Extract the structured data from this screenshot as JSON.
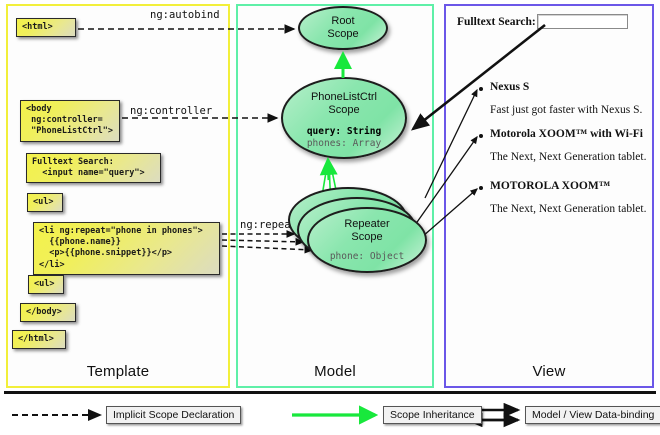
{
  "columns": [
    {
      "id": "template",
      "label": "Template",
      "border_color": "#f2ef3a"
    },
    {
      "id": "model",
      "label": "Model",
      "border_color": "#5ff0a8"
    },
    {
      "id": "view",
      "label": "View",
      "border_color": "#6b57e8"
    }
  ],
  "template": {
    "boxes": [
      {
        "id": "html-open",
        "text": "<html>"
      },
      {
        "id": "body-open",
        "text": "<body\n ng:controller=\n \"PhoneListCtrl\">"
      },
      {
        "id": "search",
        "text": "Fulltext Search:\n  <input name=\"query\">"
      },
      {
        "id": "ul-open",
        "text": "<ul>"
      },
      {
        "id": "li-repeat",
        "text": "<li ng:repeat=\"phone in phones\">\n  {{phone.name}}\n  <p>{{phone.snippet}}</p>\n</li>"
      },
      {
        "id": "ul-close",
        "text": "<ul>"
      },
      {
        "id": "body-close",
        "text": "</body>"
      },
      {
        "id": "html-close",
        "text": "</html>"
      }
    ]
  },
  "connectors": [
    {
      "id": "ng-autobind",
      "label": "ng:autobind"
    },
    {
      "id": "ng-controller",
      "label": "ng:controller"
    },
    {
      "id": "ng-repeat",
      "label": "ng:repeat"
    }
  ],
  "model": {
    "scopes": [
      {
        "id": "root-scope",
        "title_lines": [
          "Root",
          "Scope"
        ],
        "props": []
      },
      {
        "id": "phonelistctrl-scope",
        "title_lines": [
          "PhoneListCtrl",
          "Scope"
        ],
        "props": [
          {
            "text": "query: String",
            "emphasis": "strong"
          },
          {
            "text": "phones: Array",
            "emphasis": "dim"
          }
        ]
      },
      {
        "id": "repeater-scope",
        "title_lines": [
          "Repeater",
          "Scope"
        ],
        "props": [
          {
            "text": "phone: Object",
            "emphasis": "dim"
          }
        ],
        "stacked": 3
      }
    ]
  },
  "view": {
    "search_label": "Fulltext Search:",
    "search_value": "",
    "items": [
      {
        "name": "Nexus S",
        "snippet": "Fast just got faster with Nexus S."
      },
      {
        "name": "Motorola XOOM™  with Wi-Fi",
        "snippet": "The Next, Next Generation tablet."
      },
      {
        "name": "MOTOROLA XOOM™",
        "snippet": "The Next, Next Generation tablet."
      }
    ]
  },
  "legend": [
    {
      "id": "implicit-scope-declaration",
      "label": "Implicit Scope Declaration",
      "arrow": "dashed-black"
    },
    {
      "id": "scope-inheritance",
      "label": "Scope Inheritance",
      "arrow": "solid-green"
    },
    {
      "id": "model-view-data-binding",
      "label": "Model / View Data-binding",
      "arrow": "double-black"
    }
  ],
  "colors": {
    "template_border": "#f2ef3a",
    "model_border": "#5ff0a8",
    "view_border": "#6b57e8",
    "inheritance_green": "#18e83c",
    "code_yellow": "#f0ef4a",
    "scope_green": "#8ae6ae"
  }
}
